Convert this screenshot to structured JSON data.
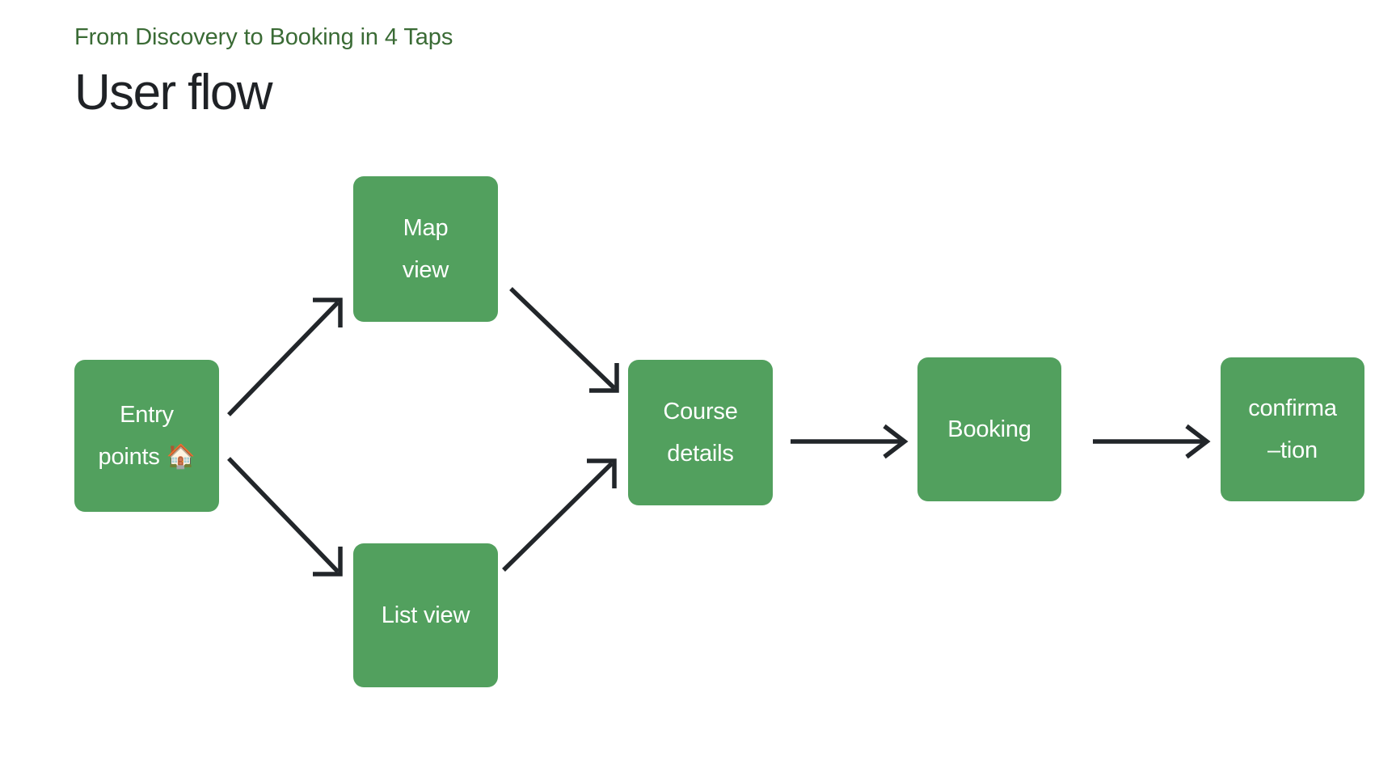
{
  "header": {
    "subtitle": "From Discovery to Booking in 4 Taps",
    "title": "User flow",
    "subtitle_color": "#3a6b35",
    "title_color": "#1f2226"
  },
  "theme": {
    "node_fill": "#52a05e",
    "node_text": "#ffffff",
    "arrow_color": "#22262a",
    "background": "#ffffff"
  },
  "diagram": {
    "type": "flowchart",
    "direction": "left-to-right",
    "nodes": [
      {
        "id": "entry",
        "label": "Entry\npoints 🏠",
        "line1": "Entry",
        "line2": "points",
        "emoji": "🏠"
      },
      {
        "id": "map",
        "label": "Map\nview",
        "line1": "Map",
        "line2": "view"
      },
      {
        "id": "list",
        "label": "List view",
        "line1": "List view"
      },
      {
        "id": "course",
        "label": "Course\ndetails",
        "line1": "Course",
        "line2": "details"
      },
      {
        "id": "booking",
        "label": "Booking",
        "line1": "Booking"
      },
      {
        "id": "confirmation",
        "label": "confirma\n–tion",
        "line1": "confirma",
        "line2": "–tion"
      }
    ],
    "edges": [
      {
        "from": "entry",
        "to": "map",
        "style": "straight-arrow"
      },
      {
        "from": "entry",
        "to": "list",
        "style": "straight-arrow"
      },
      {
        "from": "map",
        "to": "course",
        "style": "straight-arrow"
      },
      {
        "from": "list",
        "to": "course",
        "style": "straight-arrow"
      },
      {
        "from": "course",
        "to": "booking",
        "style": "straight-arrow"
      },
      {
        "from": "booking",
        "to": "confirmation",
        "style": "straight-arrow"
      }
    ]
  }
}
